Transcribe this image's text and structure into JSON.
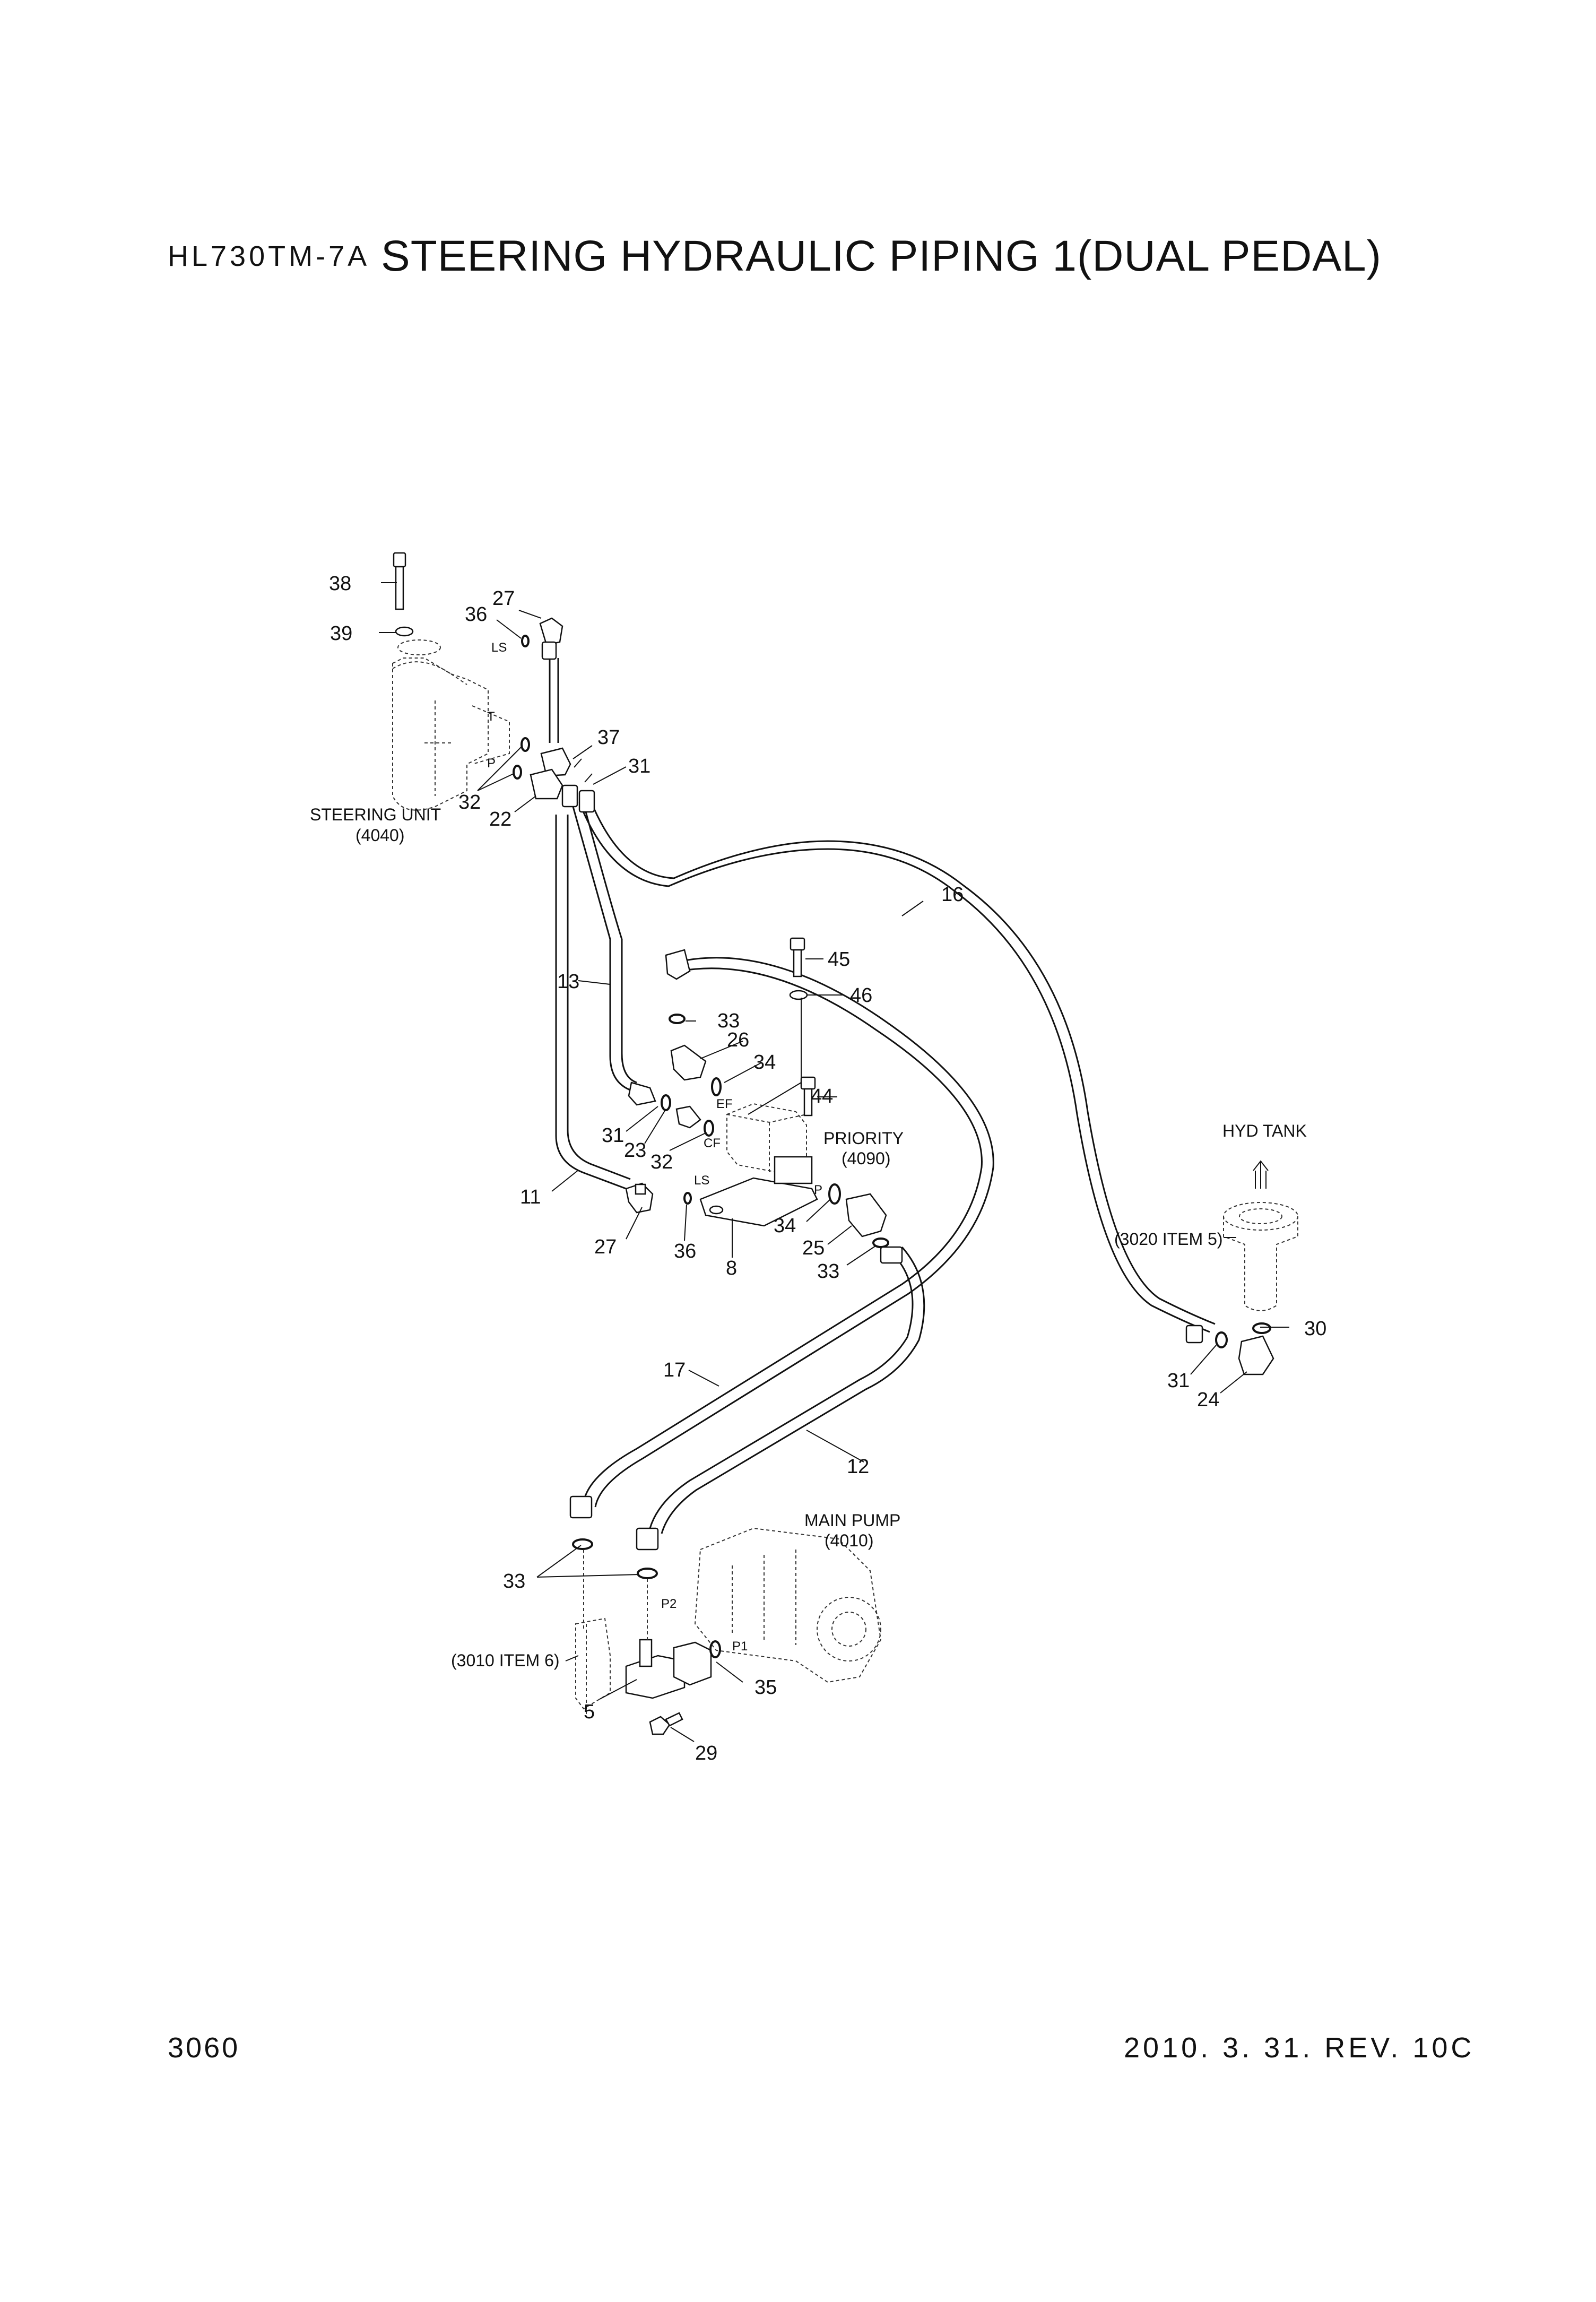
{
  "header": {
    "model": "HL730TM-7A",
    "title": "STEERING HYDRAULIC PIPING 1(DUAL PEDAL)"
  },
  "footer": {
    "page_number": "3060",
    "revision": "2010. 3. 31. REV. 10C"
  },
  "components": {
    "steering_unit": "STEERING UNIT",
    "steering_unit_ref": "(4040)",
    "priority": "PRIORITY",
    "priority_ref": "(4090)",
    "hyd_tank": "HYD TANK",
    "hyd_tank_ref": "(3020 ITEM 5)",
    "main_pump": "MAIN PUMP",
    "main_pump_ref": "(4010)",
    "block_ref": "(3010 ITEM 6)"
  },
  "ports": {
    "ls_top": "LS",
    "t": "T",
    "p": "P",
    "ef": "EF",
    "cf": "CF",
    "ls_priority": "LS",
    "p_priority": "P",
    "p2": "P2",
    "p1": "P1"
  },
  "callouts": {
    "c38": "38",
    "c39": "39",
    "c36a": "36",
    "c27a": "27",
    "c37": "37",
    "c31a": "31",
    "c32a": "32",
    "c22": "22",
    "c16": "16",
    "c45": "45",
    "c46": "46",
    "c13": "13",
    "c33a": "33",
    "c26": "26",
    "c34a": "34",
    "c44": "44",
    "c31b": "31",
    "c23": "23",
    "c32b": "32",
    "c11": "11",
    "c27b": "27",
    "c36b": "36",
    "c8": "8",
    "c34b": "34",
    "c25": "25",
    "c33b": "33",
    "c30": "30",
    "c31c": "31",
    "c24": "24",
    "c17": "17",
    "c12": "12",
    "c33c": "33",
    "c35": "35",
    "c5": "5",
    "c29": "29"
  }
}
